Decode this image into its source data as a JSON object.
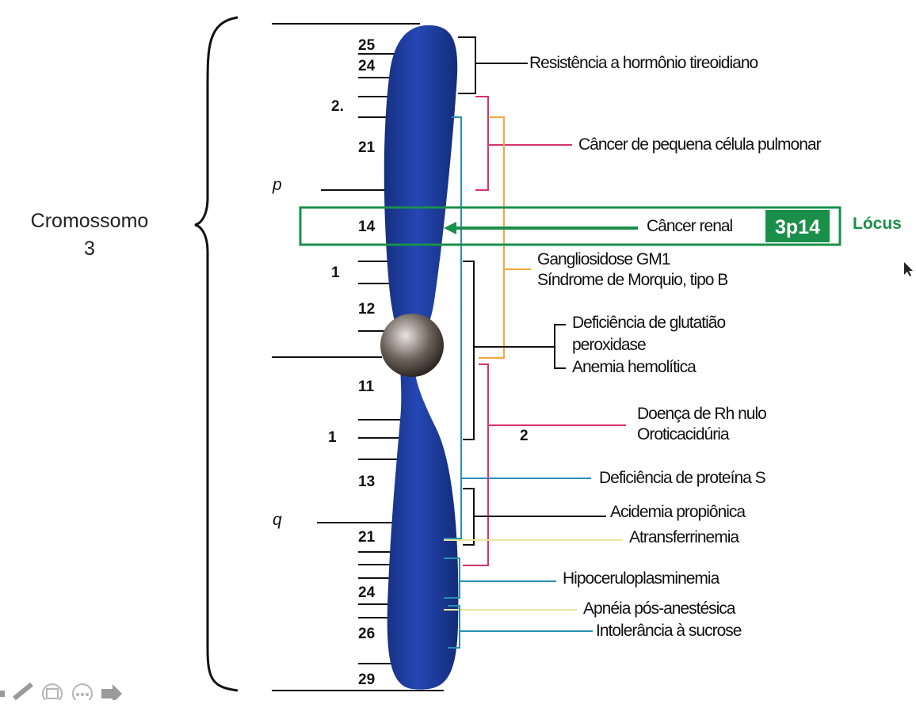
{
  "title": "Cromossomo 3",
  "chromosome_label_line1": "Cromossomo",
  "chromosome_label_line2": "3",
  "arms": {
    "p": "p",
    "q": "q"
  },
  "bands": {
    "b25": "25",
    "b24top": "24",
    "b2": "2.",
    "b21p": "21",
    "b14": "14",
    "b1p": "1",
    "b12": "12",
    "b11": "11",
    "b1q": "1",
    "b13": "13",
    "b21q": "21",
    "b24q": "24",
    "b26": "26",
    "b29": "29",
    "b2q": "2"
  },
  "highlight": {
    "disease": "Câncer renal",
    "locus_code": "3p14",
    "locus_word": "Lócus",
    "color": "#1a8f4a"
  },
  "diseases": {
    "thyroid": "Resistência a hormônio tireoidiano",
    "lung": "Câncer de pequena célula pulmonar",
    "gm1": "Gangliosidose GM1",
    "morquio": "Síndrome de Morquio, tipo B",
    "glut1": "Deficiência de glutatião",
    "glut2": "peroxidase",
    "anemia": "Anemia hemolítica",
    "rh": "Doença de Rh nulo",
    "orotic": "Oroticacidúria",
    "proteinS": "Deficiência de proteína S",
    "propionic": "Acidemia propiônica",
    "atransf": "Atransferrinemia",
    "hipocer": "Hipoceruloplasminemia",
    "apneia": "Apnéia pós-anestésica",
    "sucrose": "Intolerância à sucrose"
  },
  "colors": {
    "chromosome": "#1d3a9c",
    "magenta": "#d6336c",
    "orange": "#f2a640",
    "teal": "#2a8fb3",
    "yellow": "#e8e6a0",
    "black": "#111111"
  },
  "toolbar_icons": [
    "pen-icon",
    "save-icon",
    "more-icon",
    "next-arrow-icon"
  ]
}
